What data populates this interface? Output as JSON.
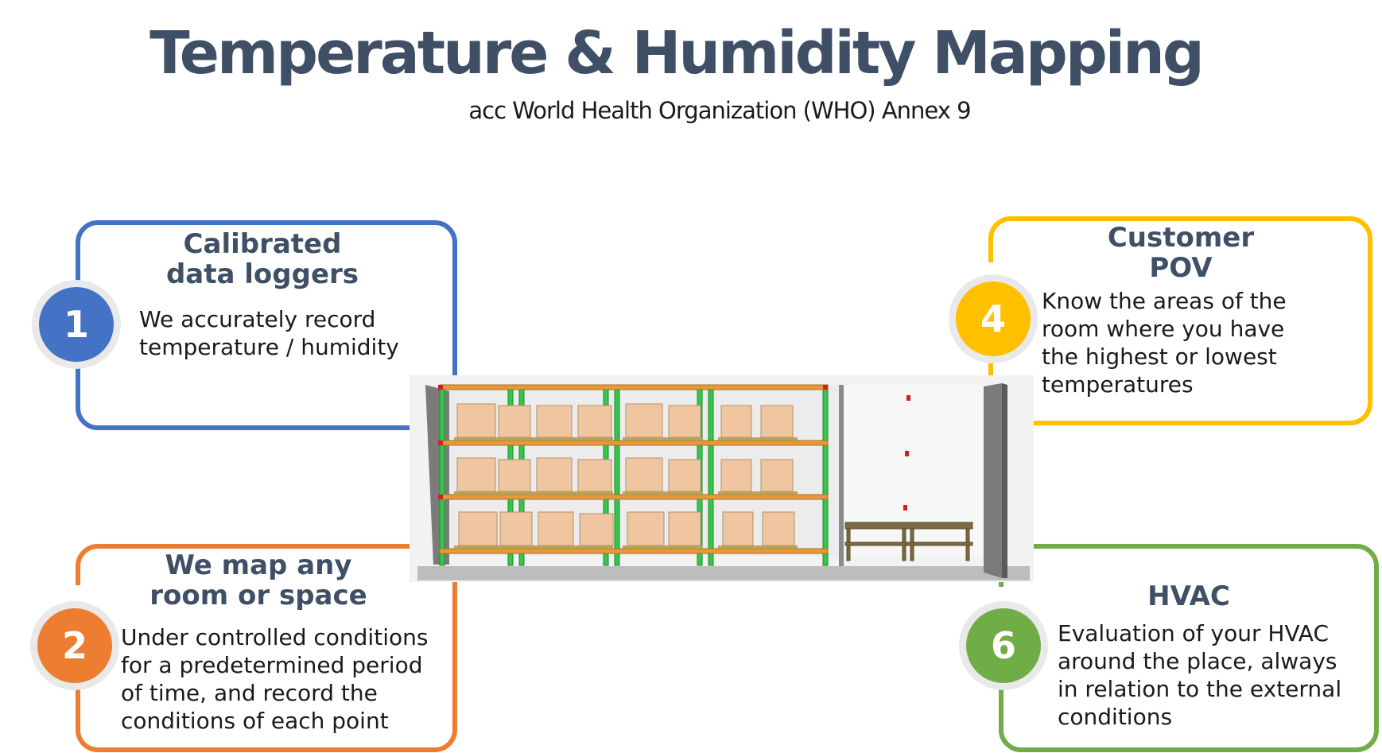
{
  "title": "Temperature & Humidity Mapping",
  "subtitle": "acc World Health Organization (WHO) Annex 9",
  "colors": {
    "title": "#3f4f66",
    "blue": "#4472c4",
    "orange": "#ed7d31",
    "yellow": "#ffc000",
    "green": "#70ad47"
  },
  "cards": {
    "c1": {
      "number": "1",
      "title": "Calibrated\ndata loggers",
      "body": "We accurately record\ntemperature / humidity"
    },
    "c2": {
      "number": "2",
      "title": "We map any\nroom or space",
      "body": "Under controlled conditions\nfor a predetermined period\nof time, and record the\nconditions of each point"
    },
    "c4": {
      "number": "4",
      "title": "Customer\nPOV",
      "body": "Know the areas of the\nroom where you have\nthe highest or lowest\ntemperatures"
    },
    "c6": {
      "number": "6",
      "title": "HVAC",
      "body": "Evaluation of your HVAC\naround the place, always\nin relation to the external\nconditions"
    }
  }
}
